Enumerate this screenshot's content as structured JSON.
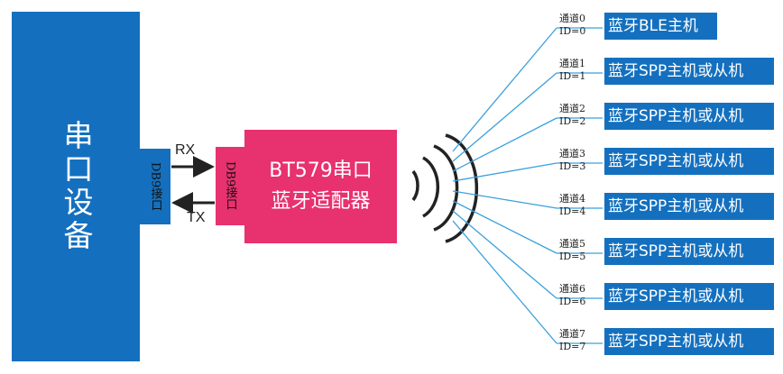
{
  "serial_device": {
    "label": "串口设备"
  },
  "device_port_label": "DB9接口",
  "adapter_port_label": "DB9接口",
  "rx_label": "RX",
  "tx_label": "TX",
  "adapter": {
    "line1": "BT579串口",
    "line2": "蓝牙适配器"
  },
  "channels": [
    {
      "channel": "通道0",
      "id": "ID=0",
      "device": "蓝牙BLE主机"
    },
    {
      "channel": "通道1",
      "id": "ID=1",
      "device": "蓝牙SPP主机或从机"
    },
    {
      "channel": "通道2",
      "id": "ID=2",
      "device": "蓝牙SPP主机或从机"
    },
    {
      "channel": "通道3",
      "id": "ID=3",
      "device": "蓝牙SPP主机或从机"
    },
    {
      "channel": "通道4",
      "id": "ID=4",
      "device": "蓝牙SPP主机或从机"
    },
    {
      "channel": "通道5",
      "id": "ID=5",
      "device": "蓝牙SPP主机或从机"
    },
    {
      "channel": "通道6",
      "id": "ID=6",
      "device": "蓝牙SPP主机或从机"
    },
    {
      "channel": "通道7",
      "id": "ID=7",
      "device": "蓝牙SPP主机或从机"
    }
  ],
  "colors": {
    "device_blue": "#1470bf",
    "adapter_pink": "#e8316f",
    "link_blue": "#3aa0dd"
  }
}
